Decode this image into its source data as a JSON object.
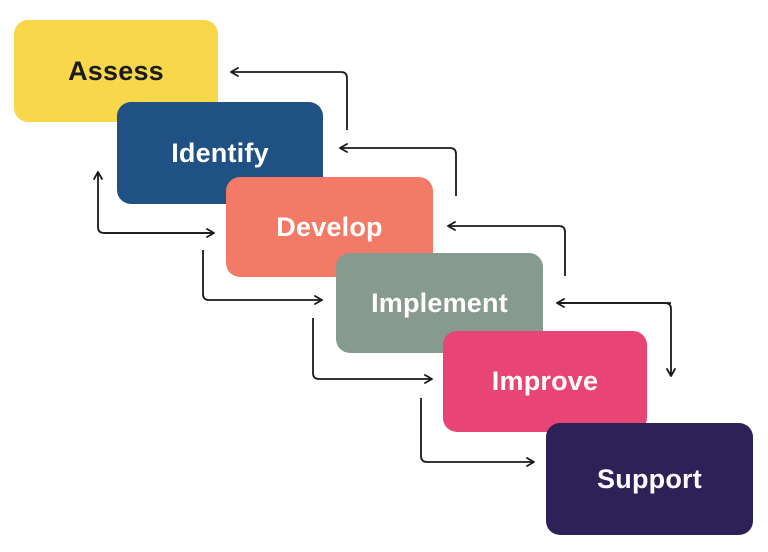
{
  "steps": [
    {
      "label": "Assess",
      "color": "#F8D84A",
      "text_color": "#1c1c1c"
    },
    {
      "label": "Identify",
      "color": "#1F5185",
      "text_color": "#ffffff"
    },
    {
      "label": "Develop",
      "color": "#F27A66",
      "text_color": "#ffffff"
    },
    {
      "label": "Implement",
      "color": "#879A90",
      "text_color": "#ffffff"
    },
    {
      "label": "Improve",
      "color": "#E84476",
      "text_color": "#ffffff"
    },
    {
      "label": "Support",
      "color": "#2D2158",
      "text_color": "#ffffff"
    }
  ],
  "arrow_color": "#1a1a1a"
}
